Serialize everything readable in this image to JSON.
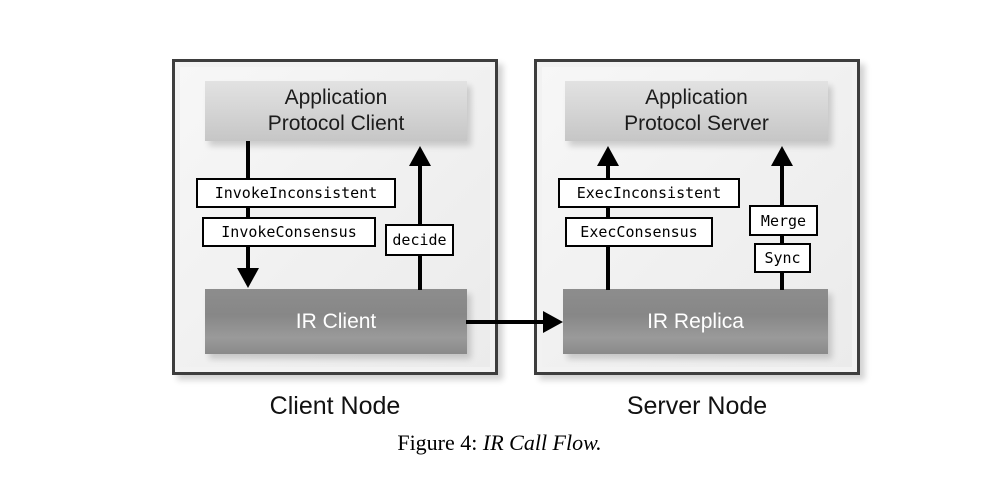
{
  "figure": {
    "caption_number": "Figure 4:",
    "caption_title": "IR Call Flow."
  },
  "diagram": {
    "type": "block-diagram",
    "nodes": [
      {
        "id": "client-node",
        "label": "Client Node",
        "top_component": "Application\nProtocol Client",
        "top_component_line1": "Application",
        "top_component_line2": "Protocol Client",
        "bottom_component": "IR Client"
      },
      {
        "id": "server-node",
        "label": "Server Node",
        "top_component_line1": "Application",
        "top_component_line2": "Protocol Server",
        "bottom_component": "IR Replica"
      }
    ],
    "client_calls": [
      {
        "name": "InvokeInconsistent",
        "direction": "down"
      },
      {
        "name": "InvokeConsensus",
        "direction": "down"
      },
      {
        "name": "decide",
        "direction": "up"
      }
    ],
    "server_calls": [
      {
        "name": "ExecInconsistent",
        "direction": "up"
      },
      {
        "name": "ExecConsensus",
        "direction": "up"
      },
      {
        "name": "Merge",
        "direction": "up"
      },
      {
        "name": "Sync",
        "direction": "up"
      }
    ],
    "cross_link": {
      "from": "IR Client",
      "to": "IR Replica",
      "direction": "right"
    },
    "colors": {
      "panel_border": "#3d3d3d",
      "panel_fill": "#f2f2f2",
      "app_box_top": "#e2e2e2",
      "app_box_bottom": "#c6c6c6",
      "ir_box_top": "#8d8d8d",
      "ir_box_bottom": "#8a8a8a",
      "line": "#000000",
      "call_box_fill": "#ffffff"
    }
  }
}
